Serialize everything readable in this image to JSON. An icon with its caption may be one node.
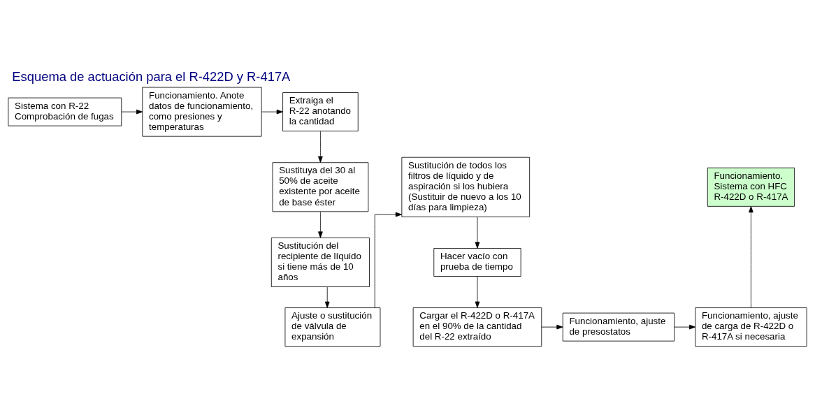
{
  "diagram": {
    "title": "Esquema de actuación para el R-422D y R-417A",
    "nodes": [
      {
        "text": [
          "Sistema con R-22 Comprobación de fugas"
        ]
      },
      {
        "text": [
          "Funcionamiento. Anote datos de funcionamiento, como presiones y temperaturas"
        ]
      },
      {
        "text": [
          "Extraiga el R-22 anotando la cantidad"
        ]
      },
      {
        "text": [
          "Funcionamiento. Sistema con HFC R-422D o R-417A"
        ]
      },
      {
        "text": [
          "Sustitución de todos los filtros de líquido y de aspiración si los hubiera (Sustituir de nuevo a los 10 días para limpieza)"
        ]
      },
      {
        "text": [
          "Sustituya del 30 al 50% de aceite existente por aceite de base éster"
        ]
      },
      {
        "text": [
          "Sustitución del recipiente de líquido si tiene más de 10 años"
        ]
      },
      {
        "text": [
          "Hacer vacío con prueba de tiempo"
        ]
      },
      {
        "text": [
          "Funcionamiento, ajuste de carga de R-422D o R-417A si necesaria"
        ]
      },
      {
        "text": [
          "Cargar el R-422D o R-417A en el 90% de la cantidad del R-22 extraído"
        ]
      },
      {
        "text": [
          "Funcionamiento, ajuste de presostatos"
        ]
      },
      {
        "text": [
          "Ajuste o sustitución de válvula de expansión"
        ]
      }
    ],
    "edges": [
      {
        "from": 0,
        "to": 1,
        "arrow": "to"
      },
      {
        "from": 1,
        "to": 2,
        "arrow": "to"
      },
      {
        "from": 2,
        "to": 5,
        "arrow": "to"
      },
      {
        "from": 5,
        "to": 6,
        "arrow": "to"
      },
      {
        "from": 6,
        "to": 11,
        "arrow": "to"
      },
      {
        "from": 11,
        "to": 4,
        "arrow": "to"
      },
      {
        "from": 4,
        "to": 7,
        "arrow": "to"
      },
      {
        "from": 7,
        "to": 9,
        "arrow": "to"
      },
      {
        "from": 9,
        "to": 10,
        "arrow": "to"
      },
      {
        "from": 10,
        "to": 8,
        "arrow": "to"
      },
      {
        "from": 8,
        "to": 3,
        "arrow": "to"
      }
    ]
  }
}
